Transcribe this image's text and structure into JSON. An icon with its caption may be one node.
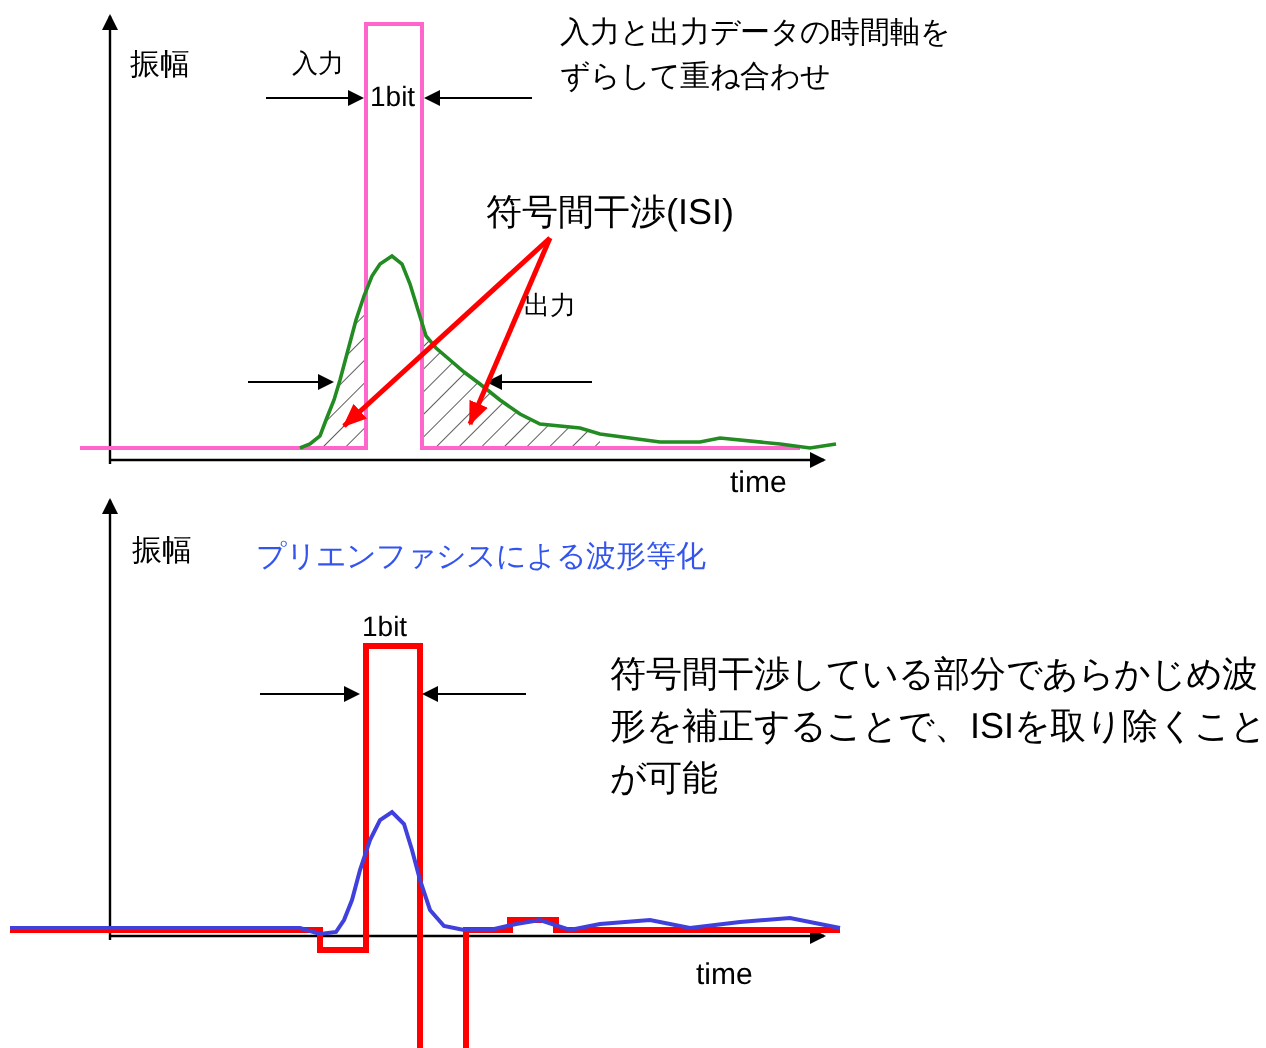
{
  "diagram": {
    "nodes": [
      {
        "text": [
          "符号間干渉(ISI)"
        ]
      },
      {
        "text": [],
        "shape": "area"
      },
      {
        "text": [],
        "shape": "area"
      }
    ],
    "edges": [
      {
        "from": 0,
        "to": 1,
        "arrow": "to",
        "color": "#ff0000"
      },
      {
        "from": 0,
        "to": 2,
        "arrow": "to",
        "color": "#ff0000"
      }
    ],
    "labels": [
      "振幅",
      "入力",
      "1bit",
      "入力と出力データの時間軸をずらして重ね合わせ",
      "出力",
      "time",
      "振幅",
      "プリエンファシスによる波形等化",
      "1bit",
      "符号間干渉している部分であらかじめ波形を補正することで、ISIを取り除くことが可能",
      "time"
    ]
  }
}
